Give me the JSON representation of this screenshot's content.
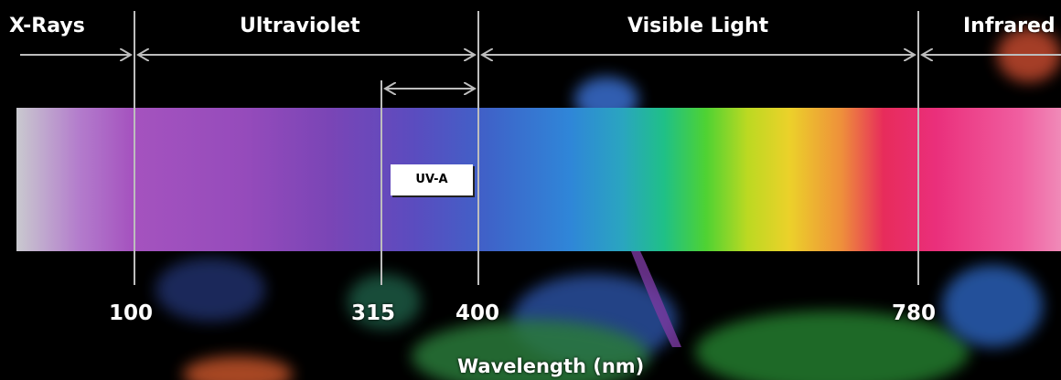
{
  "regions": [
    {
      "label": "X-Rays"
    },
    {
      "label": "Ultraviolet"
    },
    {
      "label": "Visible Light"
    },
    {
      "label": "Infrared"
    }
  ],
  "ticks": [
    "100",
    "315",
    "400",
    "780"
  ],
  "sub_band": {
    "label": "UV-A"
  },
  "axis_title": "Wavelength (nm)"
}
